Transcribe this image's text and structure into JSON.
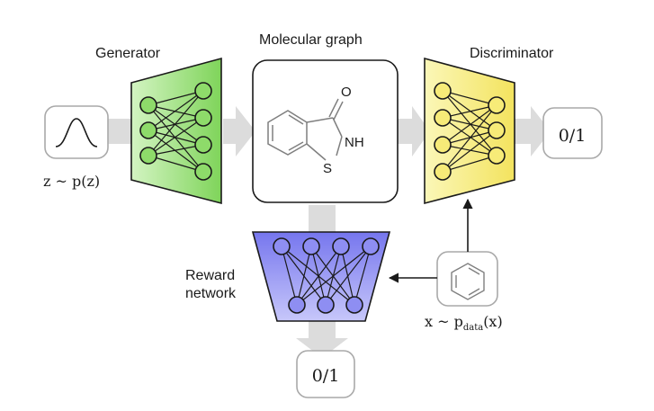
{
  "labels": {
    "generator": "Generator",
    "molecular_graph": "Molecular graph",
    "discriminator": "Discriminator",
    "reward_line1": "Reward",
    "reward_line2": "network",
    "noise": "z ~ p(z)",
    "data_main": "x ~ p",
    "data_sub": "data",
    "data_tail": "(x)",
    "output_disc": "0/1",
    "output_reward": "0/1"
  },
  "molecule": {
    "oxygen": "O",
    "nitrogen": "NH",
    "sulfur": "S"
  },
  "colors": {
    "generator": "#8edb6a",
    "discriminator": "#f7eb78",
    "reward": "#8e8ef2",
    "flow_arrow": "#d9d9d9",
    "line": "#1a1a1a"
  }
}
